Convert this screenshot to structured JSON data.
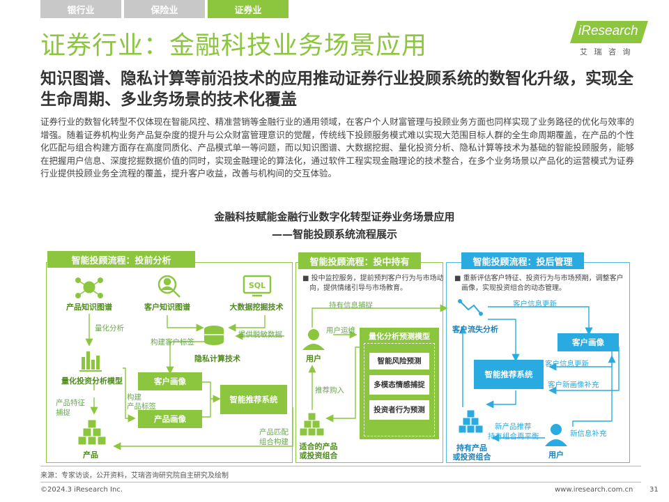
{
  "tabs": [
    {
      "label": "银行业",
      "active": false
    },
    {
      "label": "保险业",
      "active": false
    },
    {
      "label": "证券业",
      "active": true
    }
  ],
  "logo": {
    "text": "iResearch",
    "sub": "艾 瑞 咨 询"
  },
  "title": "证券行业：金融科技业务场景应用",
  "subtitle": "知识图谱、隐私计算等前沿技术的应用推动证券行业投顾系统的数智化升级，实现全生命周期、多业务场景的技术化覆盖",
  "body": "证券行业的数智化转型不仅体现在智能风控、精准营销等金融行业的通用领域，在客户个人财富管理与投顾业务方面也同样实现了业务路径的优化与效率的增强。随着证券机构业务产品复杂度的提升与公众财富管理意识的觉醒，传统线下投顾服务模式难以实现大范围目标人群的全生命周期覆盖，在产品的个性化匹配与组合构建方面存在高度同质化、产品模式单一等问题，而以知识图谱、大数据挖掘、量化投资分析、隐私计算等技术为基础的智能投顾服务，能够在把握用户信息、深度挖掘数据价值的同时，实现金融理论的算法化，通过软件工程实现金融理论的技术整合，在多个业务场景以产品化的运营模式为证券行业提供投顾业务全流程的覆盖，提升客户收益，改善与机构间的交互体验。",
  "chart_title": {
    "line1": "金融科技赋能金融行业数字化转型证券业务场景应用",
    "line2": "——智能投顾系统流程展示"
  },
  "panel1": {
    "header": "智能投顾流程：投前分析",
    "nodes": {
      "product_kg": "产品知识图谱",
      "customer_kg": "客户知识图谱",
      "big_data": "大数据挖掘技术",
      "quant_model": "量化投资分析模型",
      "privacy": "隐私计算技术",
      "product": "产品"
    },
    "boxes": {
      "customer_profile": "客户画像",
      "product_profile": "产品画像",
      "recommend": "智能推荐系统"
    },
    "labels": {
      "quant": "量化分析",
      "build_tags": "构建客户标签",
      "desensitize": "提供脱敏数据",
      "feature1": "产品特征",
      "feature2": "捕捉",
      "build1": "构建",
      "build2": "产品标签",
      "match1": "产品匹配",
      "match2": "组合构建"
    }
  },
  "panel2": {
    "header": "智能投顾流程：投中持有",
    "note": "投中监控服务，提前预判客户行为与市场动向，提供情绪引导与市场教育。",
    "model_title": "量化分析预测模型",
    "items": [
      "智能风险预测",
      "多模态情感捕捉",
      "投资者行为预测"
    ],
    "nodes": {
      "user": "用户",
      "portfolio1": "适合的产品",
      "portfolio2": "或投资组合"
    },
    "labels": {
      "capture": "持有信息捕捉",
      "ops": "用户运维",
      "buy": "推荐购入"
    }
  },
  "panel3": {
    "header": "智能投顾流程：投后管理",
    "note": "重新评估客户特征、投资行为与市场预期，调整客户画像，实现投资组合的动态管理。",
    "nodes": {
      "churn": "客户流失分析",
      "holdings1": "持有产品",
      "holdings2": "或投资组合",
      "user": "用户"
    },
    "boxes": {
      "profile": "客户画像",
      "recommend": "智能推荐系统"
    },
    "labels": {
      "update1": "客户信息更新",
      "update2": "客户信息更新",
      "new_profile": "客户新画像补充",
      "new_product1": "新产品推荐",
      "new_product2": "持有组合再平衡",
      "new_info": "新信息补充"
    }
  },
  "footer": {
    "source": "来源：专家访谈，公开资料，艾瑞咨询研究院自主研究及绘制",
    "copyright": "©2024.3 iResearch Inc.",
    "url": "www.iresearch.com.cn",
    "page": "31"
  },
  "colors": {
    "green": "#8cc63f",
    "blue": "#29abe2",
    "dark_green": "#4e8a1e"
  }
}
